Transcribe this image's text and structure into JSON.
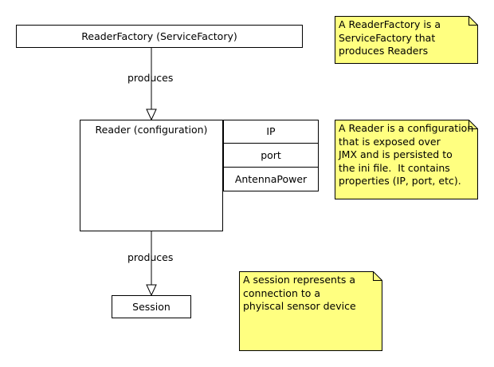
{
  "classes": {
    "reader_factory": "ReaderFactory (ServiceFactory)",
    "reader": "Reader (configuration)",
    "session": "Session"
  },
  "properties": [
    "IP",
    "port",
    "AntennaPower"
  ],
  "relations": {
    "factory_to_reader": "produces",
    "reader_to_session": "produces"
  },
  "notes": {
    "reader_factory_note": "A ReaderFactory is a\nServiceFactory that\nproduces Readers",
    "reader_note": "A Reader is a configuration\nthat is exposed over\nJMX and is persisted to\nthe ini file.  It contains\nproperties (IP, port, etc).",
    "session_note": "A session represents a\nconnection to a\nphyiscal sensor device"
  },
  "colors": {
    "note_fill": "#ffff80",
    "line": "#000000",
    "box_fill": "#ffffff"
  }
}
